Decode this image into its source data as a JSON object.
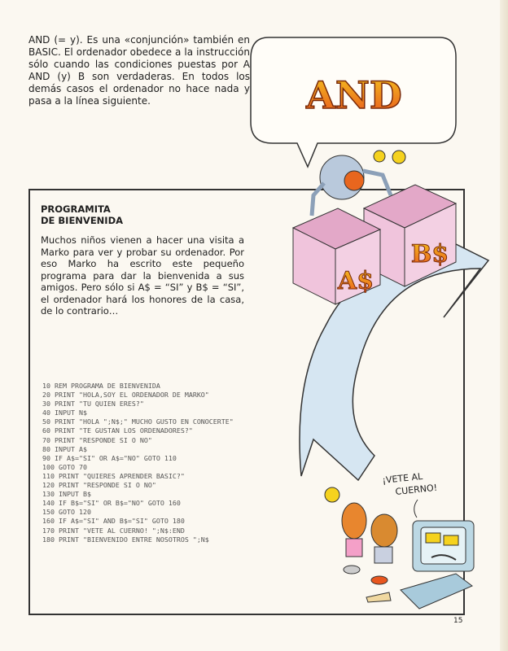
{
  "intro": "AND (= y). Es una «conjunción» también en BASIC. El ordenador obedece a la instrucción sólo cuando las condiciones puestas por A AND (y) B son verdaderas. En todos los demás casos el ordenador no hace nada y pasa a la línea siguiente.",
  "section": {
    "title_line1": "PROGRAMITA",
    "title_line2": "DE BIENVENIDA",
    "paragraph": "Muchos niños vienen a hacer una visita a Marko para ver y probar su ordenador. Por eso Marko ha escrito este pequeño programa para dar la bienvenida a sus amigos. Pero sólo si A$ = “SI” y B$ = “SI”, el ordenador hará los honores de la casa, de lo contrario…"
  },
  "program": [
    "10 REM PROGRAMA DE BIENVENIDA",
    "20 PRINT \"HOLA,SOY EL ORDENADOR DE MARKO\"",
    "30 PRINT \"TU QUIEN ERES?\"",
    "40 INPUT N$",
    "50 PRINT \"HOLA \";N$;\" MUCHO GUSTO EN CONOCERTE\"",
    "60 PRINT \"TE GUSTAN LOS ORDENADORES?\"",
    "70 PRINT \"RESPONDE SI O NO\"",
    "80 INPUT A$",
    "90 IF A$=\"SI\" OR A$=\"NO\" GOTO 110",
    "100 GOTO 70",
    "110 PRINT \"QUIERES APRENDER BASIC?\"",
    "120 PRINT \"RESPONDE SI O NO\"",
    "130 INPUT B$",
    "140 IF B$=\"SI\" OR B$=\"NO\" GOTO 160",
    "150 GOTO 120",
    "160 IF A$=\"SI\" AND B$=\"SI\" GOTO 180",
    "170 PRINT \"VETE AL CUERNO! \";N$:END",
    "180 PRINT \"BIENVENIDO ENTRE NOSOTROS \";N$"
  ],
  "illustration": {
    "bubble_word": "AND",
    "box_a_label": "A$",
    "box_b_label": "B$",
    "computer_speech_line1": "¡VETE AL",
    "computer_speech_line2": "CUERNO!"
  },
  "page_number": "15",
  "colors": {
    "letter_orange": "#e8561e",
    "letter_yellow": "#f5c21e",
    "box_pink": "#f0c4dc",
    "arrow_blue": "#d6e6f2"
  }
}
